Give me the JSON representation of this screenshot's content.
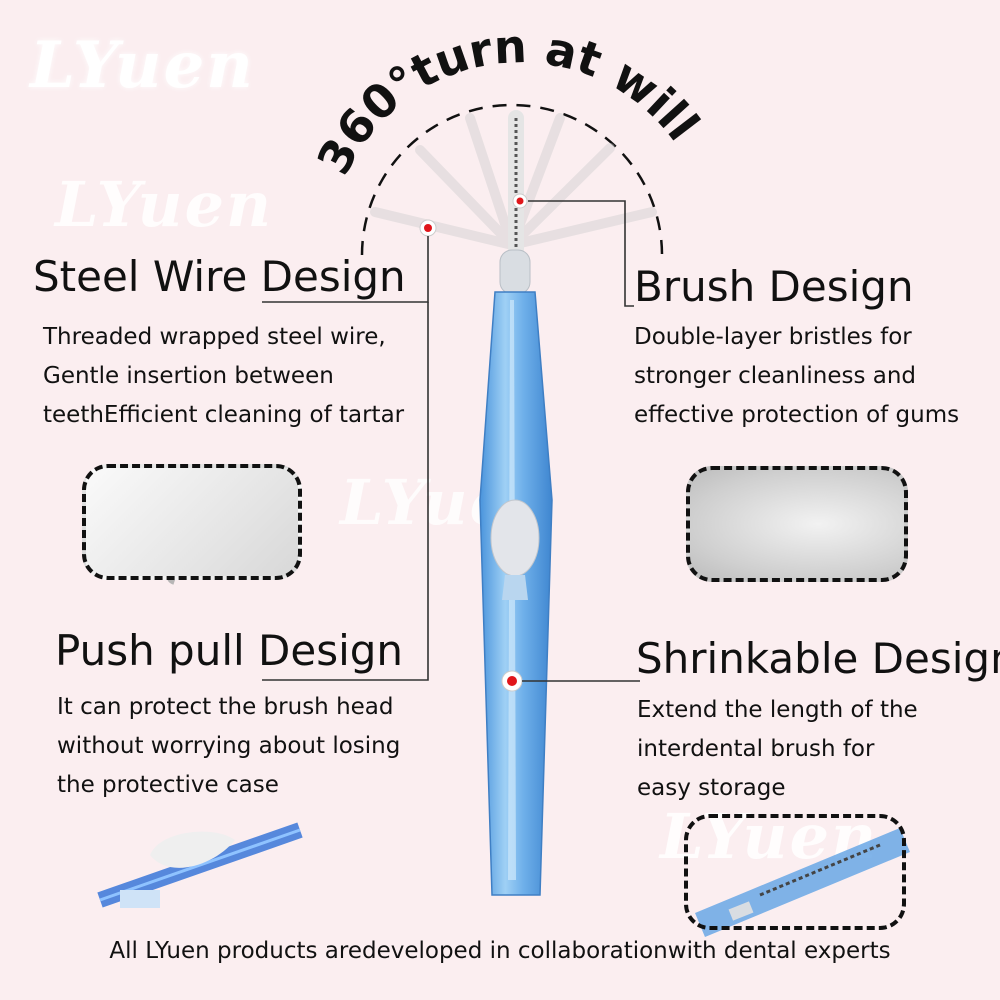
{
  "watermark": "LYuen",
  "arc_text": "360°turn at will",
  "sections": {
    "steel": {
      "title": "Steel Wire Design",
      "lines": [
        "Threaded wrapped steel wire,",
        "Gentle insertion between",
        "teethEfficient cleaning of tartar"
      ]
    },
    "brush": {
      "title": "Brush Design",
      "lines": [
        "Double-layer bristles for",
        "stronger cleanliness and",
        "effective protection of gums"
      ]
    },
    "push": {
      "title": "Push pull Design",
      "lines": [
        "It can protect the brush head",
        "without worrying about losing",
        "the protective case"
      ]
    },
    "shrink": {
      "title": "Shrinkable Design",
      "lines": [
        "Extend the length of the",
        "interdental brush for",
        "easy storage"
      ]
    }
  },
  "footer": "All LYuen products aredeveloped in collaborationwith dental experts",
  "colors": {
    "background": "#fbeef0",
    "handle": "#7fb8ea",
    "marker": "#e0161b"
  }
}
